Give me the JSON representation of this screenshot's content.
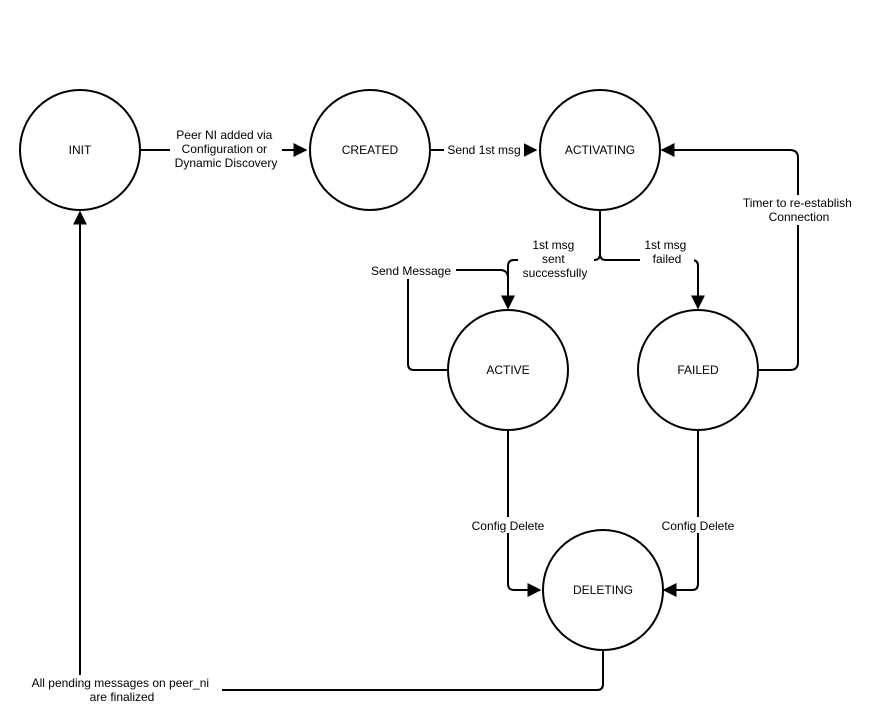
{
  "states": {
    "init": "INIT",
    "created": "CREATED",
    "activating": "ACTIVATING",
    "active": "ACTIVE",
    "failed": "FAILED",
    "deleting": "DELETING"
  },
  "transitions": {
    "init_to_created": [
      "Peer NI added via",
      "Configuration or",
      "Dynamic Discovery"
    ],
    "created_to_activating": [
      "Send 1st msg"
    ],
    "activating_to_active": [
      "1st msg",
      "sent",
      "successfully"
    ],
    "activating_to_failed": [
      "1st msg",
      "failed"
    ],
    "active_self": [
      "Send Message"
    ],
    "failed_to_activating": [
      "Timer to re-establish",
      "Connection"
    ],
    "active_to_deleting": [
      "Config Delete"
    ],
    "failed_to_deleting": [
      "Config Delete"
    ],
    "deleting_to_init": [
      "All pending messages on peer_ni",
      "are finalized"
    ]
  },
  "colors": {
    "stroke": "#000000",
    "fill": "#ffffff"
  }
}
